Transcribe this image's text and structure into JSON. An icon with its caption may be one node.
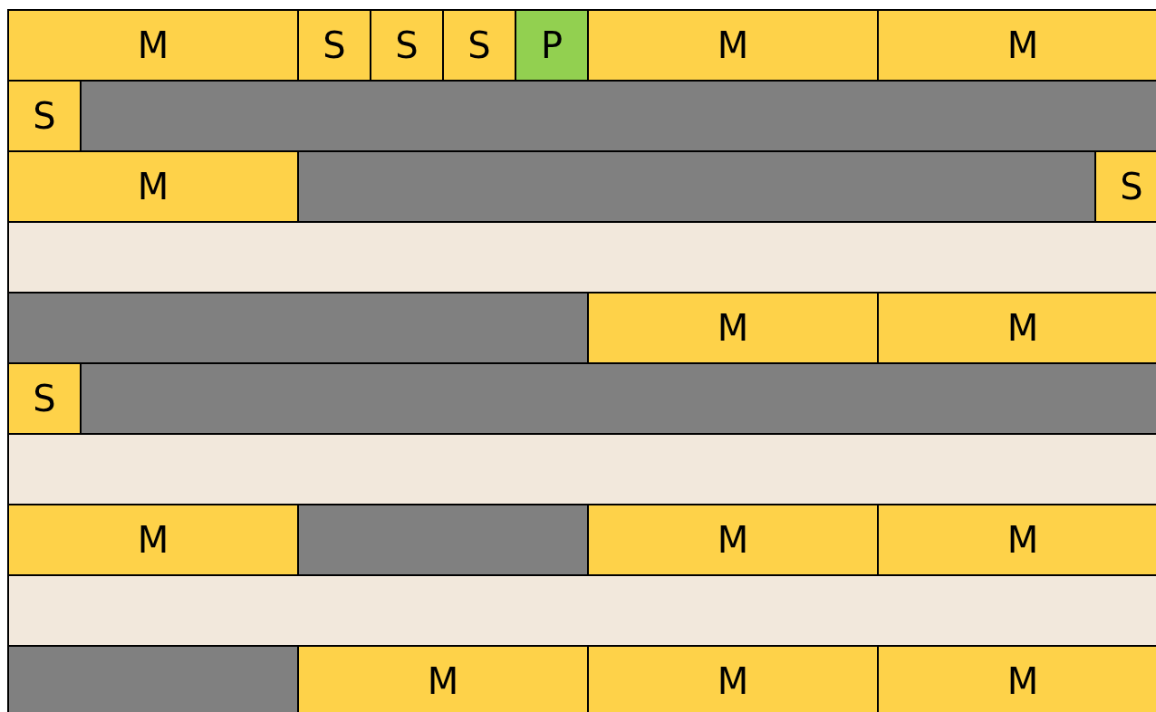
{
  "diagram": {
    "nodes": [
      {
        "text": [
          "M"
        ]
      },
      {
        "text": [
          "S"
        ]
      },
      {
        "text": [
          "S"
        ]
      },
      {
        "text": [
          "S"
        ]
      },
      {
        "text": [
          "P"
        ]
      },
      {
        "text": [
          "M"
        ]
      },
      {
        "text": [
          "M"
        ]
      },
      {
        "text": [
          "S"
        ]
      },
      {
        "text": [],
        "shape": "bar"
      },
      {
        "text": [
          "M"
        ]
      },
      {
        "text": [],
        "shape": "bar"
      },
      {
        "text": [
          "S"
        ]
      },
      {
        "text": [],
        "shape": "bar"
      },
      {
        "text": [],
        "shape": "bar"
      },
      {
        "text": [
          "M"
        ]
      },
      {
        "text": [
          "M"
        ]
      },
      {
        "text": [
          "S"
        ]
      },
      {
        "text": [],
        "shape": "bar"
      },
      {
        "text": [],
        "shape": "bar"
      },
      {
        "text": [
          "M"
        ]
      },
      {
        "text": [],
        "shape": "bar"
      },
      {
        "text": [
          "M"
        ]
      },
      {
        "text": [
          "M"
        ]
      },
      {
        "text": [],
        "shape": "bar"
      },
      {
        "text": [],
        "shape": "bar"
      },
      {
        "text": [
          "M"
        ]
      },
      {
        "text": [
          "M"
        ]
      },
      {
        "text": [
          "M"
        ]
      }
    ]
  }
}
